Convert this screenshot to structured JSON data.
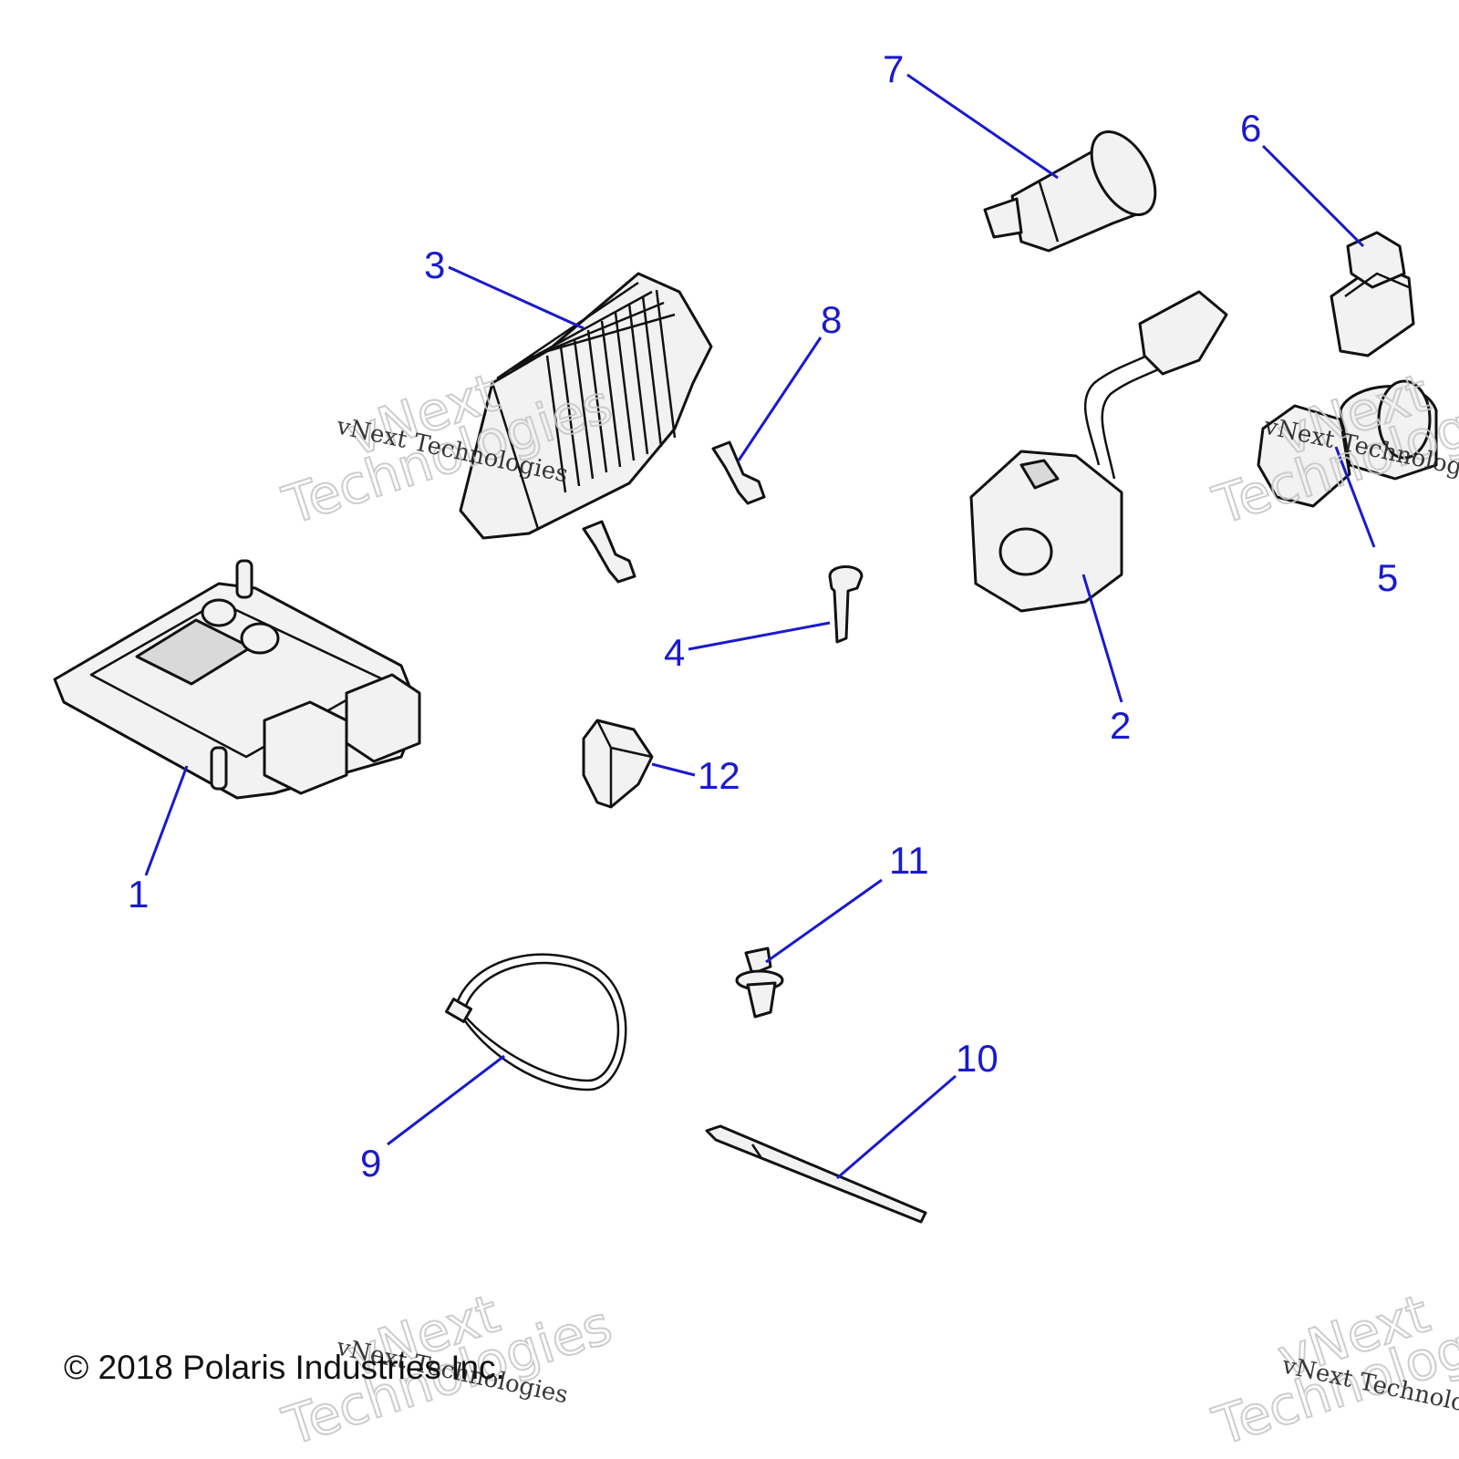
{
  "copyright": "© 2018 Polaris Industries Inc.",
  "watermark": {
    "line_small": "vNext Technologies",
    "line_big_1": "vNext",
    "line_big_2": "Technologies"
  },
  "callouts": {
    "c1": "1",
    "c2": "2",
    "c3": "3",
    "c4": "4",
    "c5": "5",
    "c6": "6",
    "c7": "7",
    "c8": "8",
    "c9": "9",
    "c10": "10",
    "c11": "11",
    "c12": "12"
  },
  "colors": {
    "callout": "#1a1acc",
    "outline": "#111111"
  }
}
